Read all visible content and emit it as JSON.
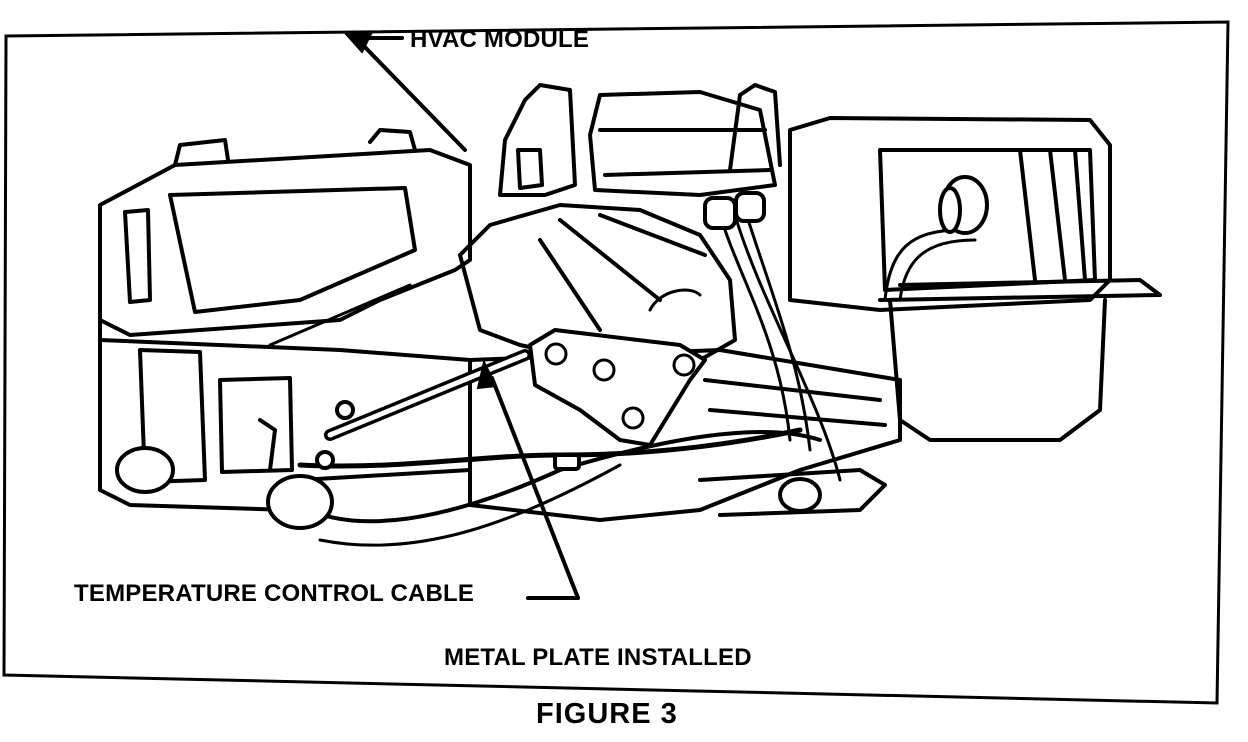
{
  "labels": {
    "hvac_module": "HVAC MODULE",
    "temperature_control_cable": "TEMPERATURE CONTROL CABLE",
    "metal_plate_installed": "METAL PLATE INSTALLED",
    "figure_caption": "FIGURE 3"
  },
  "colors": {
    "ink": "#000000",
    "paper": "#ffffff"
  }
}
